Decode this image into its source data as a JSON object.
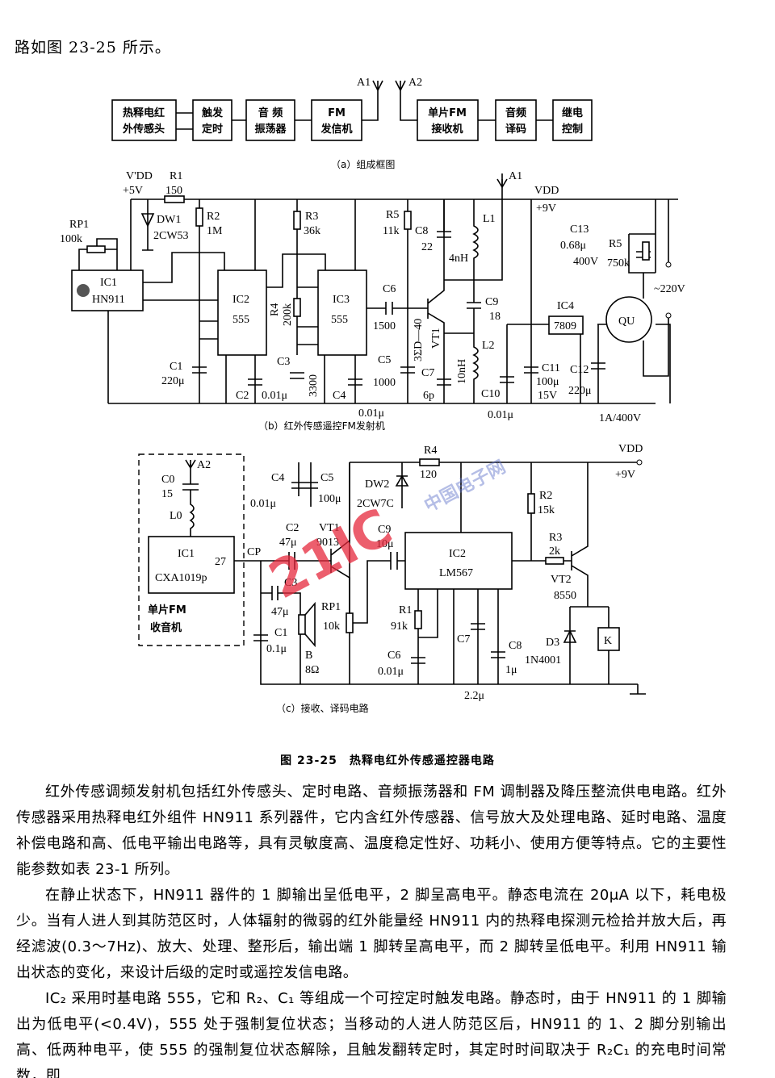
{
  "intro_line": "路如图 23-25 所示。",
  "block_diagram": {
    "caption": "（a）组成框图",
    "blocks": [
      {
        "line1": "热释电红",
        "line2": "外传感头"
      },
      {
        "line1": "触发",
        "line2": "定时"
      },
      {
        "line1": "音 频",
        "line2": "振荡器"
      },
      {
        "line1": "FM",
        "line2": "发信机"
      },
      {
        "line1": "单片FM",
        "line2": "接收机"
      },
      {
        "line1": "音频",
        "line2": "译码"
      },
      {
        "line1": "继电",
        "line2": "控制"
      }
    ],
    "antenna_tx": "A1",
    "antenna_rx": "A2"
  },
  "transmitter": {
    "caption": "（b）红外传感遥控FM发射机",
    "vdd_low": "V'DD",
    "vdd_low_value": "+5V",
    "vdd_high": "VDD",
    "vdd_high_value": "+9V",
    "antenna": "A1",
    "mains": "~220V",
    "bridge_rating": "1A/400V",
    "components": {
      "R1": "R1",
      "R1_val": "150",
      "DW1": "DW1",
      "DW1_val": "2CW53",
      "R2": "R2",
      "R2_val": "1M",
      "RP1": "RP1",
      "RP1_val": "100k",
      "IC1": "IC1",
      "IC1_val": "HN911",
      "IC2": "IC2",
      "IC2_val": "555",
      "R3": "R3",
      "R3_val": "36k",
      "R4": "R4",
      "R4_val": "200k",
      "IC3": "IC3",
      "IC3_val": "555",
      "C1": "C1",
      "C1_val": "220μ",
      "C2": "C2",
      "C2_val": "0.01μ",
      "C3": "C3",
      "C3_val": "3300",
      "C4": "C4",
      "C4_val": "0.01μ",
      "R5a": "R5",
      "R5a_val": "11k",
      "C5": "C5",
      "C5_val": "1000",
      "C6": "C6",
      "C6_val": "1500",
      "C7": "C7",
      "C7_val": "6p",
      "C8": "C8",
      "C8_val": "22",
      "C9": "C9",
      "C9_val": "18",
      "C10": "C10",
      "C10_val": "0.01μ",
      "C11": "C11",
      "C11_val": "100μ",
      "C11_v": "15V",
      "C12": "C12",
      "C12_val": "220μ",
      "C13": "C13",
      "C13_val": "0.68μ",
      "C13_v": "400V",
      "R5b": "R5",
      "R5b_val": "750k",
      "L1": "L1",
      "L1_val": "4nH",
      "L2": "L2",
      "L2_val": "10nH",
      "VT1": "VT1",
      "VT1_val": "3ΣD—40",
      "IC4": "IC4",
      "IC4_val": "7809",
      "QU": "QU"
    }
  },
  "receiver": {
    "caption": "（c）接收、译码电路",
    "module_label_1": "单片FM",
    "module_label_2": "收音机",
    "vdd": "VDD",
    "vdd_value": "+9V",
    "cp": "CP",
    "antenna": "A2",
    "components": {
      "C0": "C0",
      "C0_val": "15",
      "L0": "L0",
      "IC1": "IC1",
      "IC1_val": "CXA1019p",
      "IC1_pin": "27",
      "C1": "C1",
      "C1_val": "0.1μ",
      "C2": "C2",
      "C2_val": "47μ",
      "C3": "C3",
      "C3_val": "47μ",
      "C4": "C4",
      "C4_val": "0.01μ",
      "C5": "C5",
      "C5_val": "100μ",
      "VT1": "VT1",
      "VT1_val": "9013",
      "RP1": "RP1",
      "RP1_val": "10k",
      "B": "B",
      "B_val": "8Ω",
      "DW2": "DW2",
      "DW2_val": "2CW7C",
      "R4": "R4",
      "R4_val": "120",
      "C9": "C9",
      "C9_val": "10μ",
      "IC2": "IC2",
      "IC2_val": "LM567",
      "R1": "R1",
      "R1_val": "91k",
      "C6": "C6",
      "C6_val": "0.01μ",
      "C7": "C7",
      "C7_val": "2.2μ",
      "C8": "C8",
      "C8_val": "1μ",
      "R2": "R2",
      "R2_val": "15k",
      "R3": "R3",
      "R3_val": "2k",
      "VT2": "VT2",
      "VT2_val": "8550",
      "D3": "D3",
      "D3_val": "1N4001",
      "K": "K"
    }
  },
  "figure_title": "图 23-25　热释电红外传感遥控器电路",
  "paragraphs": [
    "红外传感调频发射机包括红外传感头、定时电路、音频振荡器和 FM 调制器及降压整流供电电路。红外传感器采用热释电红外组件 HN911 系列器件，它内含红外传感器、信号放大及处理电路、延时电路、温度补偿电路和高、低电平输出电路等，具有灵敏度高、温度稳定性好、功耗小、使用方便等特点。它的主要性能参数如表 23-1 所列。",
    "在静止状态下，HN911 器件的 1 脚输出呈低电平，2 脚呈高电平。静态电流在 20μA 以下，耗电极少。当有人进人到其防范区时，人体辐射的微弱的红外能量经 HN911 内的热释电探测元检拾并放大后，再经滤波(0.3～7Hz)、放大、处理、整形后，输出端 1 脚转呈高电平，而 2 脚转呈低电平。利用 HN911 输出状态的变化，来设计后级的定时或遥控发信电路。",
    "IC₂ 采用时基电路 555，它和 R₂、C₁ 等组成一个可控定时触发电路。静态时，由于 HN911 的 1 脚输出为低电平(<0.4V)，555 处于强制复位状态；当移动的人进人防范区后，HN911 的 1、2 脚分别输出高、低两种电平，使 555 的强制复位状态解除，且触发翻转定时，其定时时间取决于 R₂C₁ 的充电时间常数，即"
  ],
  "watermark": {
    "text_1": "21IC",
    "text_2": "中国电子网",
    "color": "#e6283c"
  }
}
